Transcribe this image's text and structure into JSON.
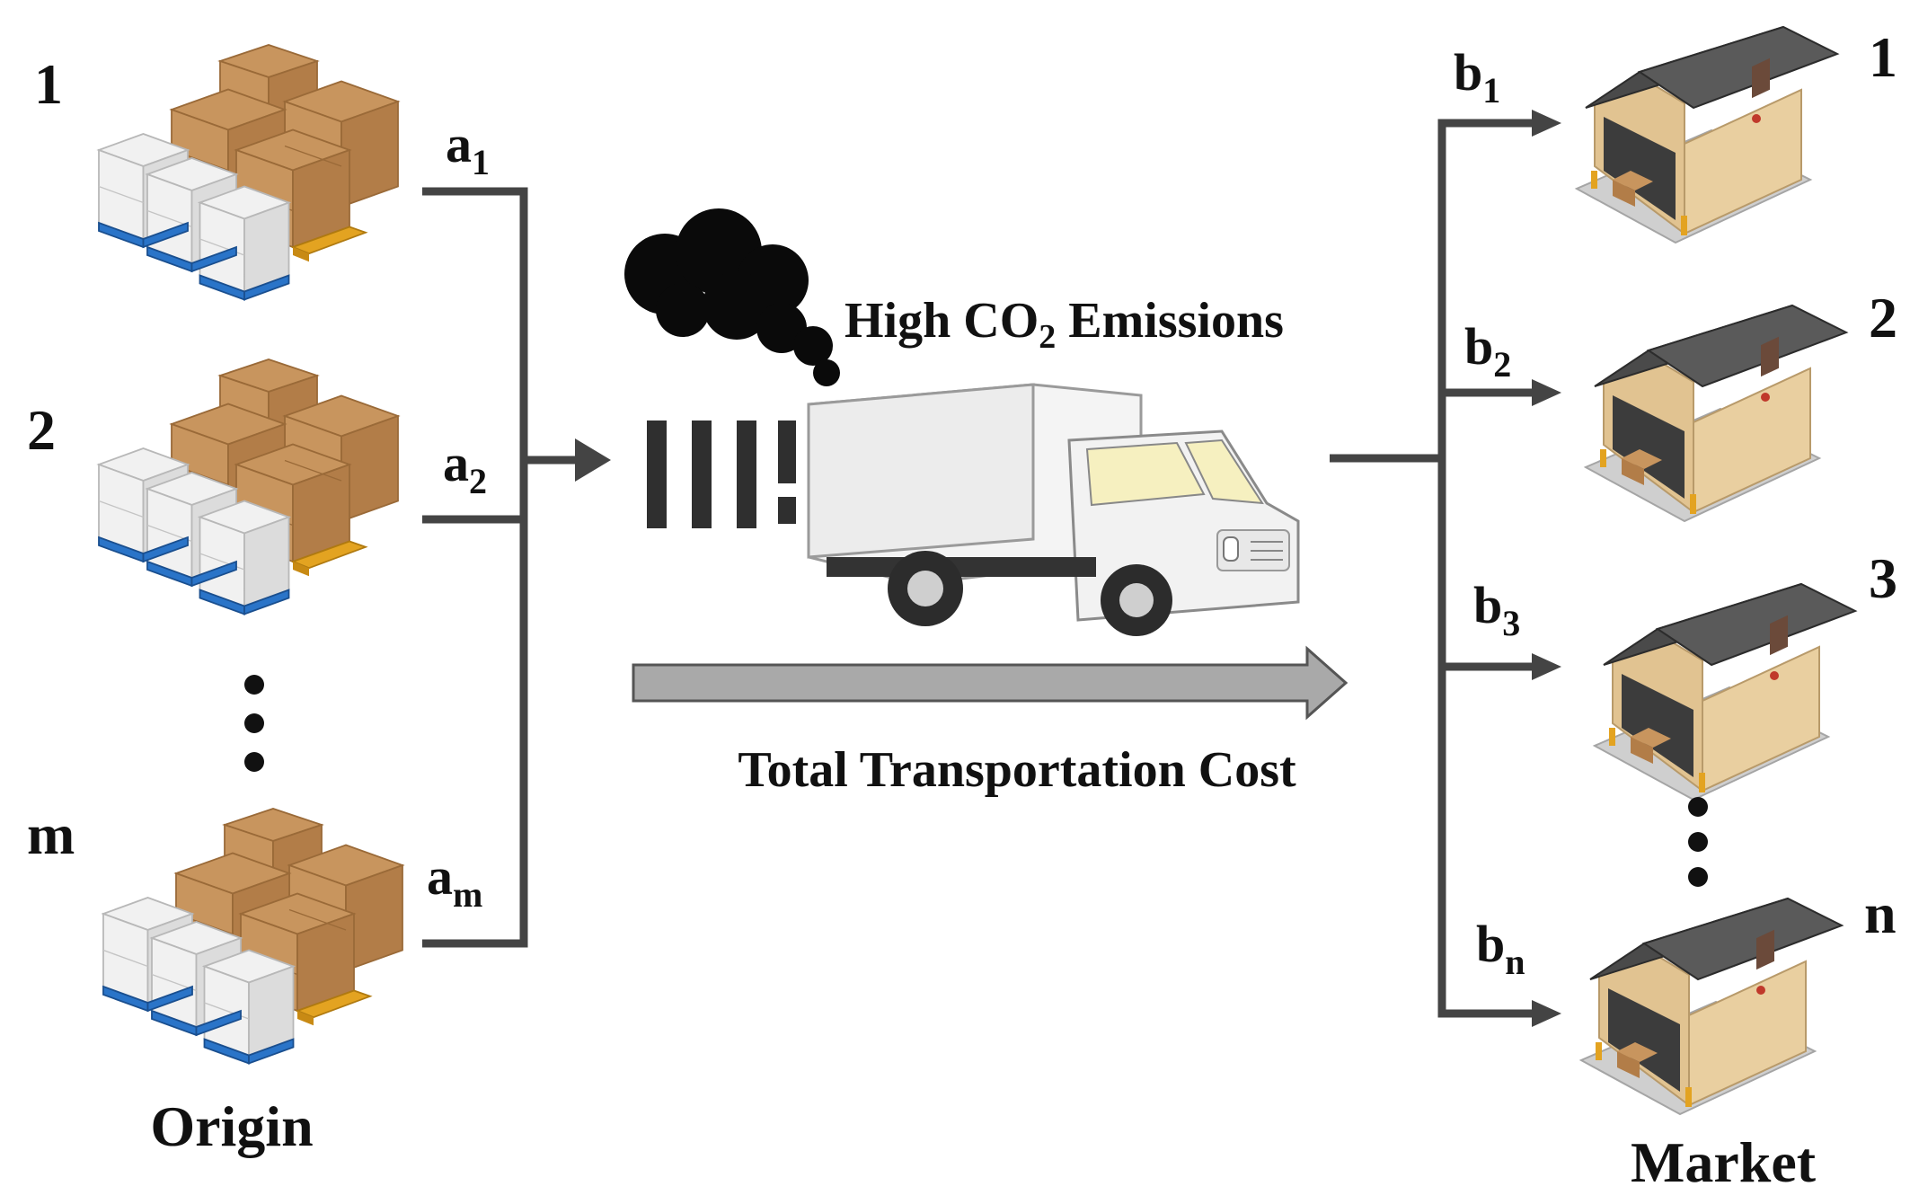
{
  "origin": {
    "title": "Origin",
    "items": [
      {
        "index": "1",
        "var": "a",
        "sub": "1"
      },
      {
        "index": "2",
        "var": "a",
        "sub": "2"
      },
      {
        "index": "m",
        "var": "a",
        "sub": "m"
      }
    ]
  },
  "market": {
    "title": "Market",
    "items": [
      {
        "index": "1",
        "var": "b",
        "sub": "1"
      },
      {
        "index": "2",
        "var": "b",
        "sub": "2"
      },
      {
        "index": "3",
        "var": "b",
        "sub": "3"
      },
      {
        "index": "n",
        "var": "b",
        "sub": "n"
      }
    ]
  },
  "transport": {
    "emissions_prefix": "High CO",
    "emissions_sub": "2",
    "emissions_suffix": " Emissions",
    "cost_label": "Total Transportation Cost"
  },
  "colors": {
    "line": "#444444",
    "cost_arrow_fill": "#a9a9a9",
    "box_brown": "#c8955e",
    "box_white": "#f1f1f1",
    "pallet_blue": "#2a74c8",
    "pallet_yellow": "#e3a321",
    "roof": "#4a4a4a",
    "wall": "#e9cfa0",
    "smoke": "#0a0a0a"
  },
  "icons": [
    "pallet-boxes-icon",
    "warehouse-icon",
    "truck-icon",
    "smoke-icon",
    "exhaust-icon"
  ]
}
